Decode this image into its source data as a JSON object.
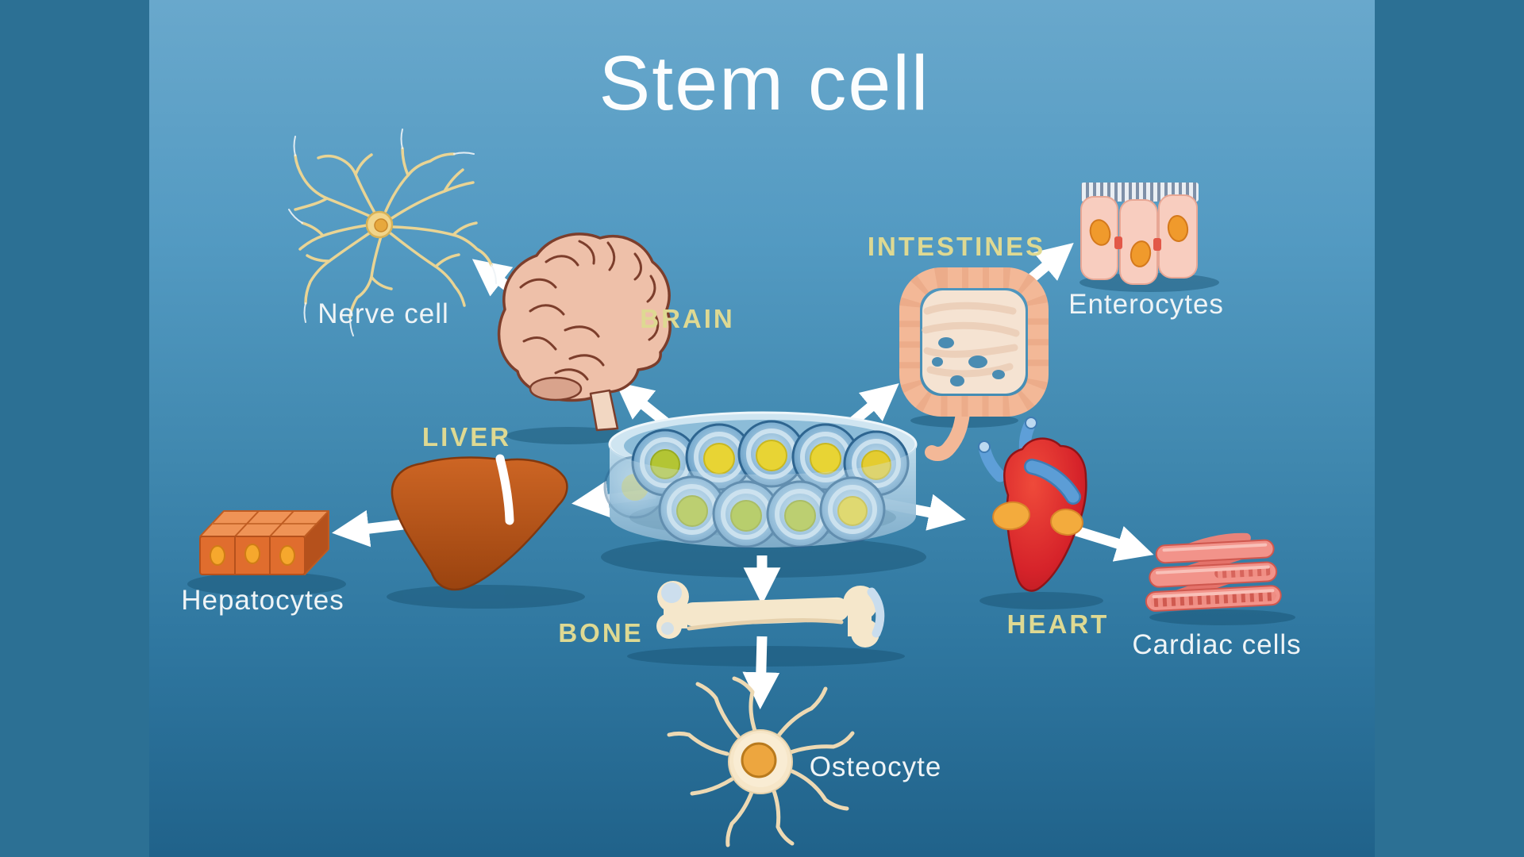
{
  "title": "Stem cell",
  "diagram": {
    "type": "radial-differentiation-diagram",
    "center": "stem cells in petri dish",
    "branches": [
      {
        "organ": "BRAIN",
        "cell": "Nerve cell"
      },
      {
        "organ": "INTESTINES",
        "cell": "Enterocytes"
      },
      {
        "organ": "LIVER",
        "cell": "Hepatocytes"
      },
      {
        "organ": "HEART",
        "cell": "Cardiac cells"
      },
      {
        "organ": "BONE",
        "cell": "Osteocyte"
      }
    ]
  },
  "colors": {
    "background_top": "#69a8cc",
    "background_bottom": "#20628a",
    "side_band": "#2c7094",
    "organ_label": "#ded992",
    "cell_label": "#eff4f6",
    "title": "#fbfdfe",
    "arrow": "#ffffff",
    "stem_cell_body": "#7fb0d2",
    "stem_cell_nucleus_yellow": "#e8d434",
    "stem_cell_nucleus_olive": "#b3c534"
  }
}
